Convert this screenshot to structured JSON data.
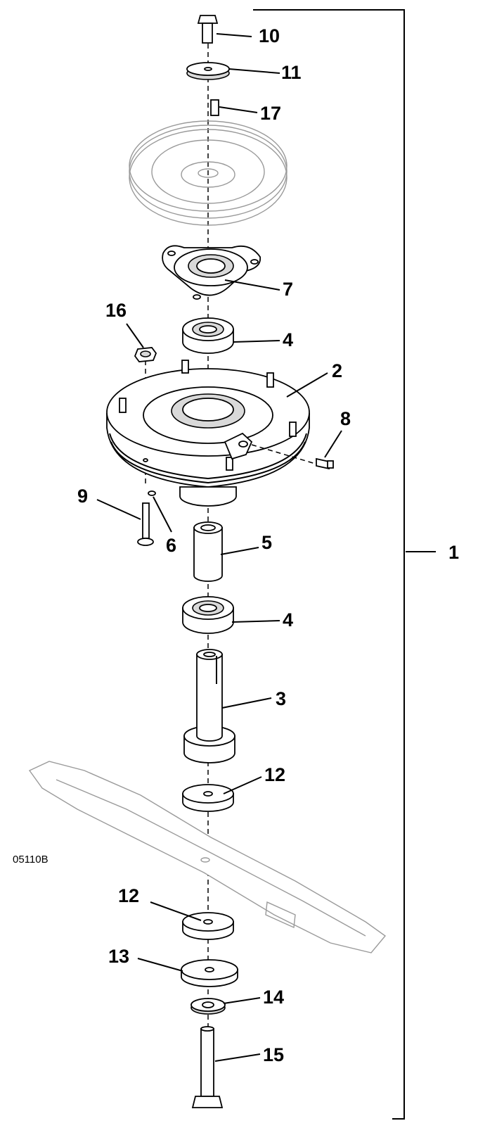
{
  "figure_code": "05110B",
  "callouts": [
    {
      "id": "c10",
      "label": "10"
    },
    {
      "id": "c11",
      "label": "11"
    },
    {
      "id": "c17",
      "label": "17"
    },
    {
      "id": "c7",
      "label": "7"
    },
    {
      "id": "c16",
      "label": "16"
    },
    {
      "id": "c4a",
      "label": "4"
    },
    {
      "id": "c2",
      "label": "2"
    },
    {
      "id": "c8",
      "label": "8"
    },
    {
      "id": "c9",
      "label": "9"
    },
    {
      "id": "c6",
      "label": "6"
    },
    {
      "id": "c5",
      "label": "5"
    },
    {
      "id": "c1",
      "label": "1"
    },
    {
      "id": "c4b",
      "label": "4"
    },
    {
      "id": "c3",
      "label": "3"
    },
    {
      "id": "c12a",
      "label": "12"
    },
    {
      "id": "c12b",
      "label": "12"
    },
    {
      "id": "c13",
      "label": "13"
    },
    {
      "id": "c14",
      "label": "14"
    },
    {
      "id": "c15",
      "label": "15"
    }
  ]
}
